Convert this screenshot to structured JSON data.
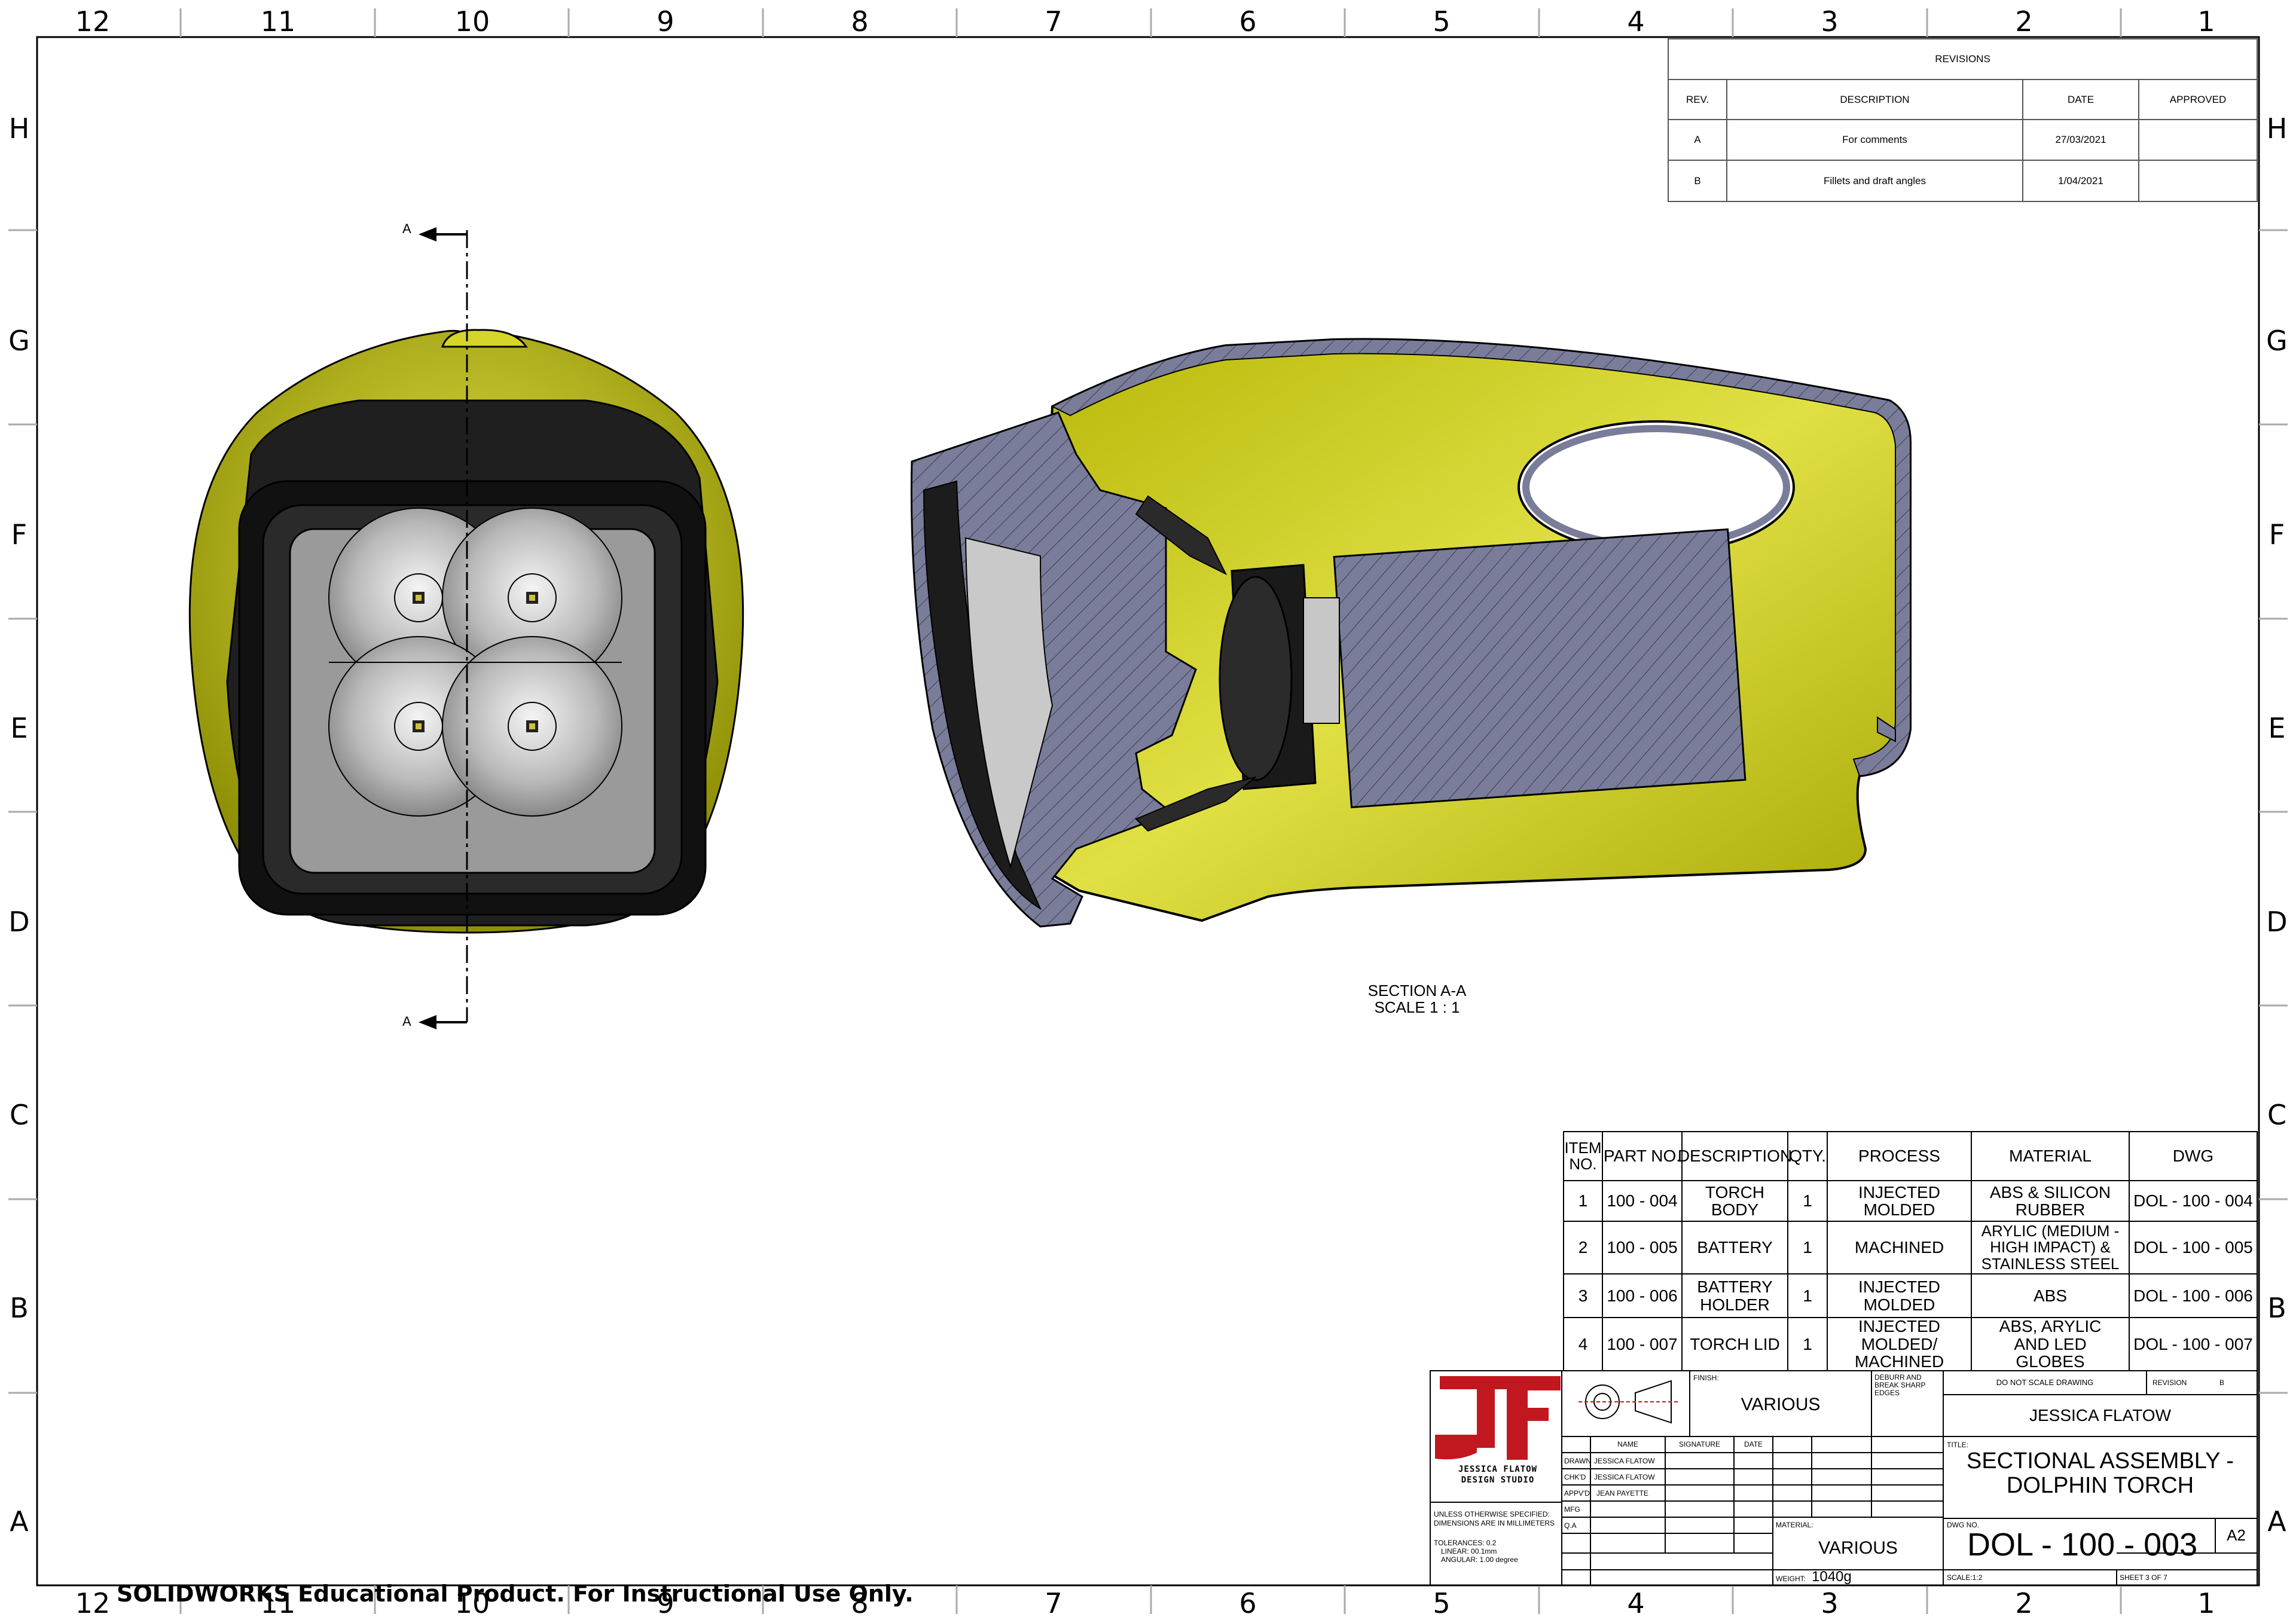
{
  "zones": {
    "columns": [
      "12",
      "11",
      "10",
      "9",
      "8",
      "7",
      "6",
      "5",
      "4",
      "3",
      "2",
      "1"
    ],
    "rows": [
      "H",
      "G",
      "F",
      "E",
      "D",
      "C",
      "B",
      "A"
    ]
  },
  "revisions": {
    "title": "REVISIONS",
    "headers": [
      "REV.",
      "DESCRIPTION",
      "DATE",
      "APPROVED"
    ],
    "rows": [
      {
        "rev": "A",
        "description": "For comments",
        "date": "27/03/2021",
        "approved": ""
      },
      {
        "rev": "B",
        "description": "Fillets and draft angles",
        "date": "1/04/2021",
        "approved": ""
      }
    ]
  },
  "section_marker": {
    "label_top": "A",
    "label_bottom": "A"
  },
  "section_caption": {
    "line1": "SECTION A-A",
    "line2": "SCALE 1 : 1"
  },
  "bom": {
    "headers": [
      "ITEM NO.",
      "PART NO.",
      "DESCRIPTION",
      "QTY.",
      "PROCESS",
      "MATERIAL",
      "DWG"
    ],
    "rows": [
      {
        "item": "1",
        "part": "100 - 004",
        "description": "TORCH BODY",
        "qty": "1",
        "process": "INJECTED MOLDED",
        "material": "ABS & SILICON RUBBER",
        "dwg": "DOL - 100 - 004"
      },
      {
        "item": "2",
        "part": "100 - 005",
        "description": "BATTERY",
        "qty": "1",
        "process": "MACHINED",
        "material": "ARYLIC (MEDIUM - HIGH IMPACT) & STAINLESS STEEL",
        "dwg": "DOL - 100 - 005"
      },
      {
        "item": "3",
        "part": "100 - 006",
        "description": "BATTERY HOLDER",
        "qty": "1",
        "process": "INJECTED MOLDED",
        "material": "ABS",
        "dwg": "DOL - 100 - 006"
      },
      {
        "item": "4",
        "part": "100 - 007",
        "description": "TORCH LID",
        "qty": "1",
        "process": "INJECTED MOLDED/ MACHINED",
        "material": "ABS, ARYLIC AND LED GLOBES",
        "dwg": "DOL - 100 - 007"
      }
    ]
  },
  "title_block": {
    "logo_text_1": "JESSICA FLATOW",
    "logo_text_2": "DESIGN STUDIO",
    "notes": [
      "UNLESS OTHERWISE SPECIFIED:",
      "DIMENSIONS ARE IN MILLIMETERS",
      "TOLERANCES: 0.2",
      "LINEAR: 00.1mm",
      "ANGULAR: 1.00 degree"
    ],
    "finish_label": "FINISH:",
    "finish_value": "VARIOUS",
    "deburr": "DEBURR AND BREAK SHARP EDGES",
    "do_not_scale": "DO NOT SCALE DRAWING",
    "revision_label": "REVISION",
    "revision_value": "B",
    "company": "JESSICA FLATOW",
    "sign_headers": [
      "NAME",
      "SIGNATURE",
      "DATE"
    ],
    "sign_rows": [
      {
        "role": "DRAWN",
        "name": "JESSICA FLATOW"
      },
      {
        "role": "CHK'D",
        "name": "JESSICA FLATOW"
      },
      {
        "role": "APPV'D",
        "name": "JEAN PAYETTE"
      },
      {
        "role": "MFG",
        "name": ""
      },
      {
        "role": "Q.A",
        "name": ""
      }
    ],
    "title_label": "TITLE:",
    "title_line1": "SECTIONAL ASSEMBLY -",
    "title_line2": "DOLPHIN TORCH",
    "material_label": "MATERIAL:",
    "material_value": "VARIOUS",
    "dwg_no_label": "DWG NO.",
    "dwg_no": "DOL - 100 - 003",
    "size": "A2",
    "weight_label": "WEIGHT:",
    "weight_value": "1040g",
    "scale": "SCALE:1:2",
    "sheet": "SHEET 3 OF 7"
  },
  "watermark": "SOLIDWORKS Educational Product. For Instructional Use Only.",
  "colors": {
    "body_yellow": "#c8c814",
    "section_hatch": "#7a7d99",
    "lens_grey": "#b8b8b8",
    "logo_red": "#c0181e"
  }
}
